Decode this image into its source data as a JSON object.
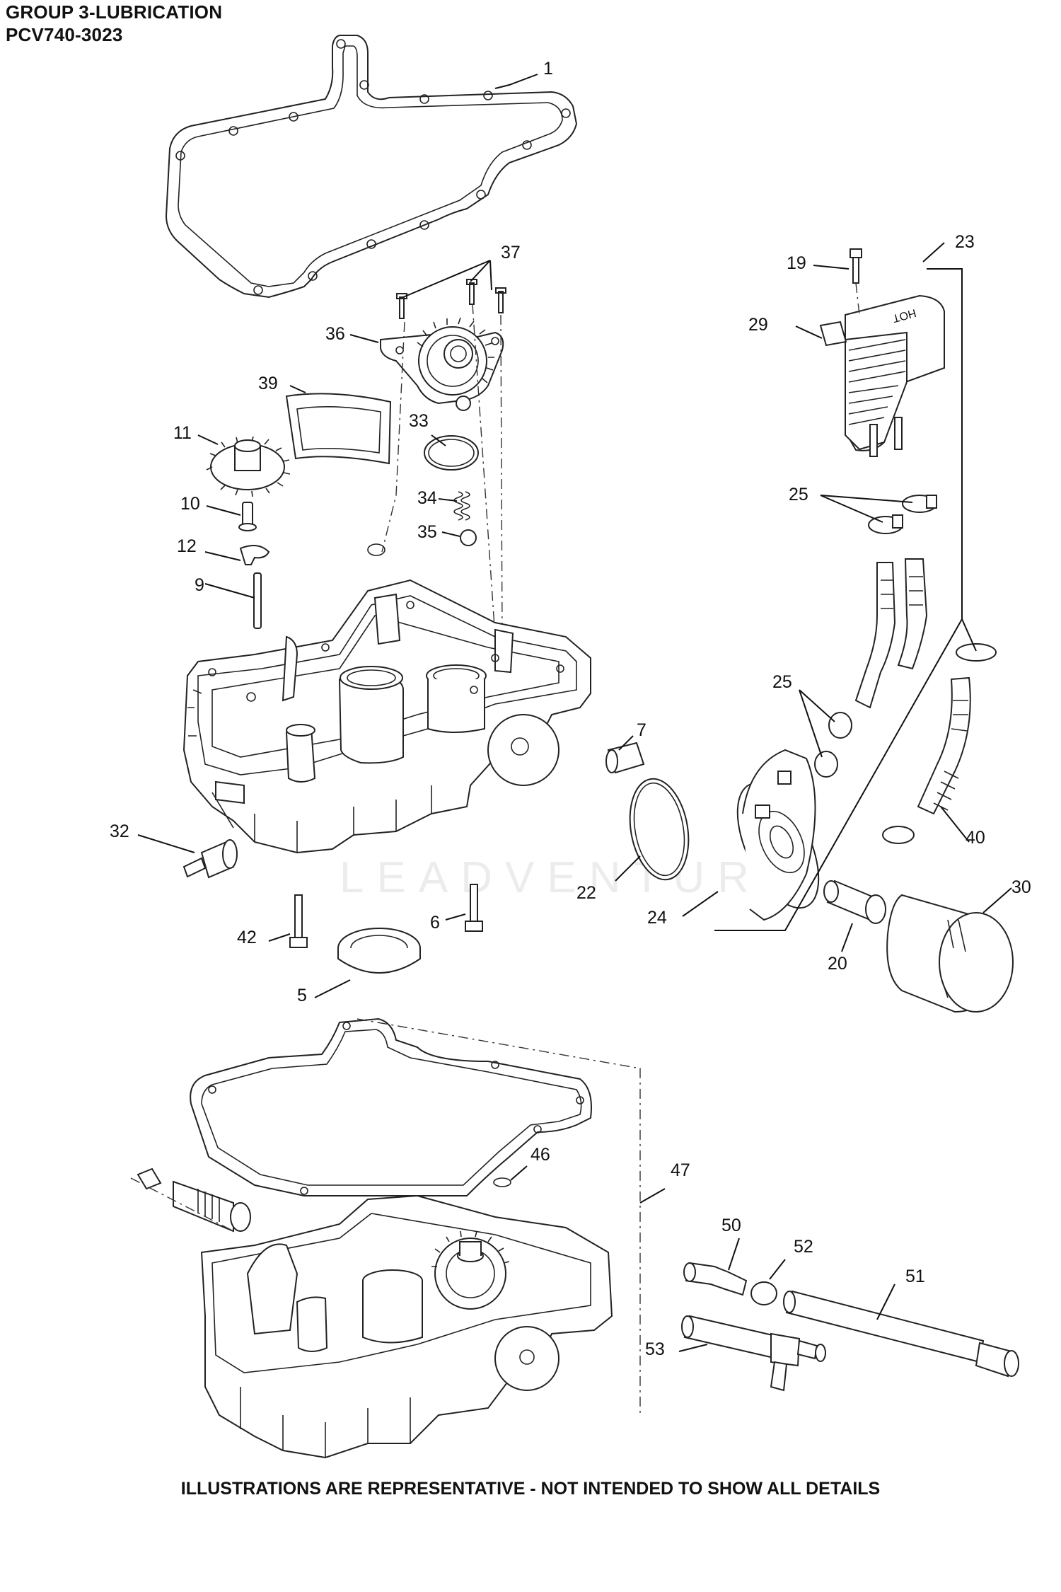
{
  "header": {
    "title": "GROUP 3-LUBRICATION",
    "model": "PCV740-3023"
  },
  "footer": {
    "note": "ILLUSTRATIONS ARE REPRESENTATIVE - NOT INTENDED TO SHOW ALL DETAILS"
  },
  "watermark": {
    "text": "LEADVENTURE"
  },
  "cooler_label": "HOT",
  "callouts": {
    "c1": "1",
    "c37": "37",
    "c23": "23",
    "c19": "19",
    "c36": "36",
    "c29": "29",
    "c39": "39",
    "c33": "33",
    "c11": "11",
    "c10": "10",
    "c34": "34",
    "c25a": "25",
    "c35": "35",
    "c12": "12",
    "c9": "9",
    "c25b": "25",
    "c7": "7",
    "c32": "32",
    "c22": "22",
    "c40": "40",
    "c24": "24",
    "c30": "30",
    "c42": "42",
    "c6": "6",
    "c5": "5",
    "c20": "20",
    "c46": "46",
    "c47": "47",
    "c50": "50",
    "c52": "52",
    "c51": "51",
    "c53": "53"
  }
}
